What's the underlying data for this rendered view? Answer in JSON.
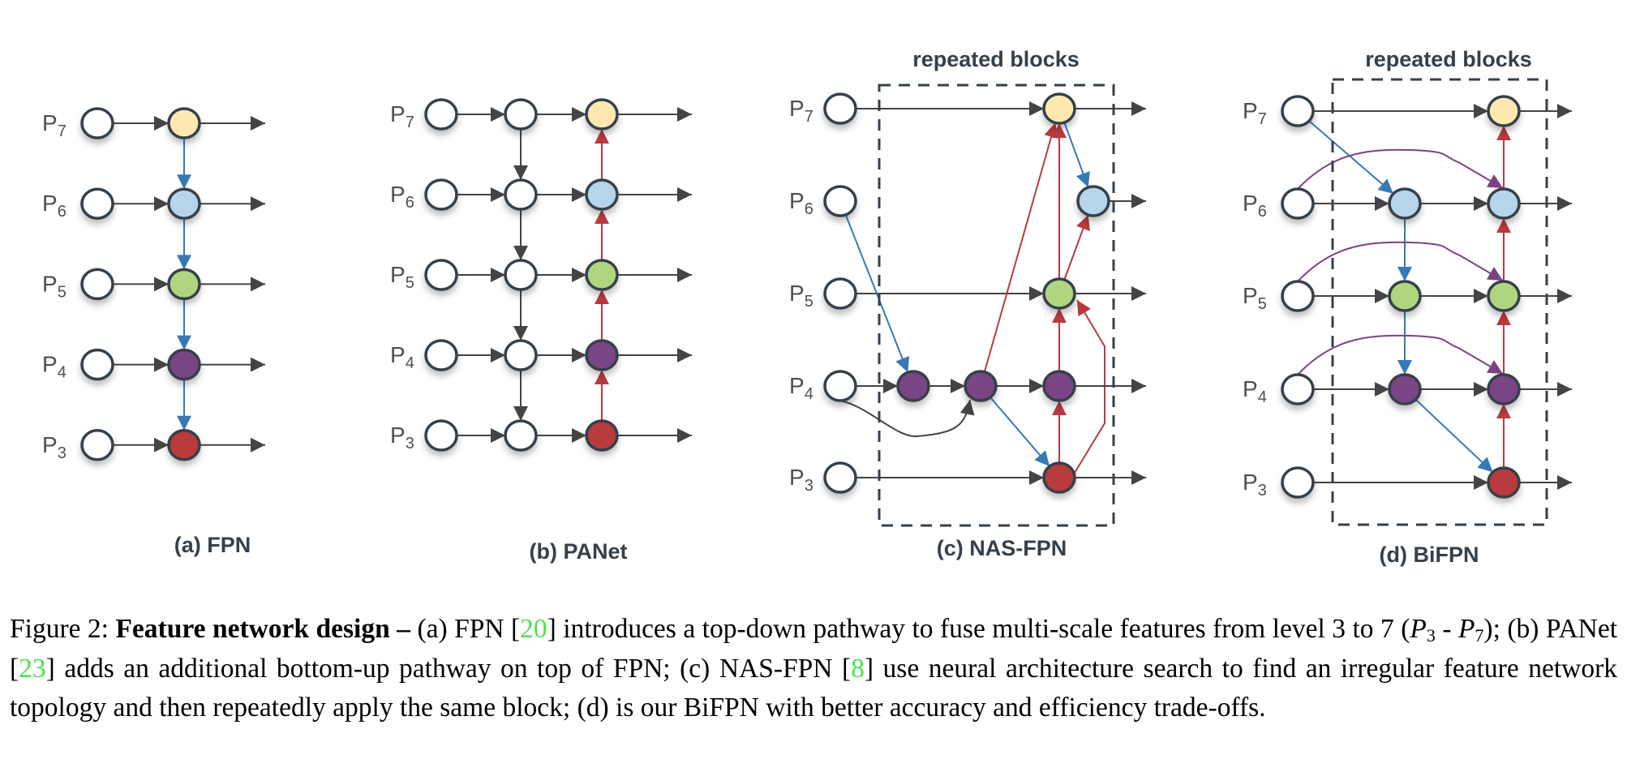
{
  "figure": {
    "colors": {
      "node_outline": "#36404a",
      "input_fill": "#ffffff",
      "level_fill": {
        "P7": "#fde9b0",
        "P6": "#b6d4ea",
        "P5": "#afd57f",
        "P4": "#7a4585",
        "P3": "#b83a3e"
      },
      "edge_gray": "#444444",
      "edge_blue": "#357ab7",
      "edge_red": "#b83a3e",
      "edge_purple": "#7b4283",
      "label_text": "#4a5058",
      "title_text": "#36404a"
    },
    "levels": [
      {
        "base": "P",
        "sub": "7"
      },
      {
        "base": "P",
        "sub": "6"
      },
      {
        "base": "P",
        "sub": "5"
      },
      {
        "base": "P",
        "sub": "4"
      },
      {
        "base": "P",
        "sub": "3"
      }
    ],
    "panels": [
      {
        "id": "a",
        "caption": "(a) FPN",
        "repeated_label": null,
        "description": "top-down pathway"
      },
      {
        "id": "b",
        "caption": "(b) PANet",
        "repeated_label": null,
        "description": "top-down plus bottom-up pathway"
      },
      {
        "id": "c",
        "caption": "(c) NAS-FPN",
        "repeated_label": "repeated blocks",
        "description": "irregular searched topology"
      },
      {
        "id": "d",
        "caption": "(d) BiFPN",
        "repeated_label": "repeated blocks",
        "description": "bidirectional with cross-scale skip connections"
      }
    ]
  },
  "caption": {
    "prefix": "Figure 2: ",
    "title": "Feature network design –",
    "seg1": " (a) FPN [",
    "cite1": "20",
    "seg2": "] introduces a top-down pathway to fuse multi-scale features from level 3 to 7 (",
    "p_low_base": "P",
    "p_low_sub": "3",
    "seg3": " - ",
    "p_high_base": "P",
    "p_high_sub": "7",
    "seg4": "); (b) PANet [",
    "cite2": "23",
    "seg5": "] adds an additional bottom-up pathway on top of FPN; (c) NAS-FPN [",
    "cite3": "8",
    "seg6": "] use neural architecture search to find an irregular feature network topology and then repeatedly apply the same block; (d) is our BiFPN with better accuracy and efficiency trade-offs."
  }
}
